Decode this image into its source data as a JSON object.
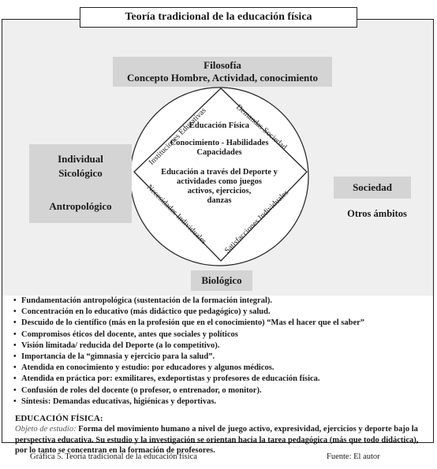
{
  "title": "Teoría tradicional de la educación física",
  "philosophy": {
    "line1": "Filosofía",
    "line2": "Concepto Hombre, Actividad, conocimiento"
  },
  "left_box": {
    "line1": "Individual",
    "line2": "Sicológico",
    "line3": "Antropológico"
  },
  "right_box": {
    "label": "Sociedad",
    "sub": "Otros ámbitos"
  },
  "bottom_box": "Biológico",
  "diamond_labels": {
    "top_left": "Instituciones Educativas",
    "top_right": "Demandas Sociedad",
    "bottom_left": "Necesidades Individuales",
    "bottom_right": "Satisfacciones Individuales"
  },
  "center": {
    "line1": "Educación Física",
    "line2": "Conocimiento - Habilidades",
    "line3": "Capacidades",
    "line4": "Educación a través del Deporte y",
    "line5": "actividades como juegos",
    "line6": "activos, ejercicios,",
    "line7": "danzas"
  },
  "bullets": [
    "Fundamentación antropológica (sustentación de la formación integral).",
    "Concentración en lo educativo (más didáctico que pedagógico) y salud.",
    "Descuido de lo científico (más en la profesión que en el conocimiento) “Mas el hacer que el saber”",
    "Compromisos éticos del docente, antes que sociales y políticos",
    "Visión limitada/ reducida del Deporte (a lo competitivo).",
    "Importancia de la “gimnasia y ejercicio para la salud”.",
    "Atendida en conocimiento y estudio: por educadores y algunos médicos.",
    "Atendida en práctica por: exmilitares, exdeportistas y profesores de educación física.",
    "Confusión de roles del docente (o profesor, o entrenador, o monitor).",
    "Síntesis: Demandas educativas, higiénicas y deportivas."
  ],
  "ef_heading": "EDUCACIÓN FÍSICA:",
  "ef_object_label": "Objeto de estudio:",
  "ef_text": " Forma del movimiento humano a nivel de juego activo, expresividad, ejercicios y deporte bajo la perspectiva educativa. Su estudio y la investigación se orientan hacia la tarea pedagógica (más que todo didáctica), por lo tanto se concentran en la formación de profesores.",
  "caption": "Gráfica 5. Teoría tradicional de la educación física",
  "source": "Fuente: El autor"
}
